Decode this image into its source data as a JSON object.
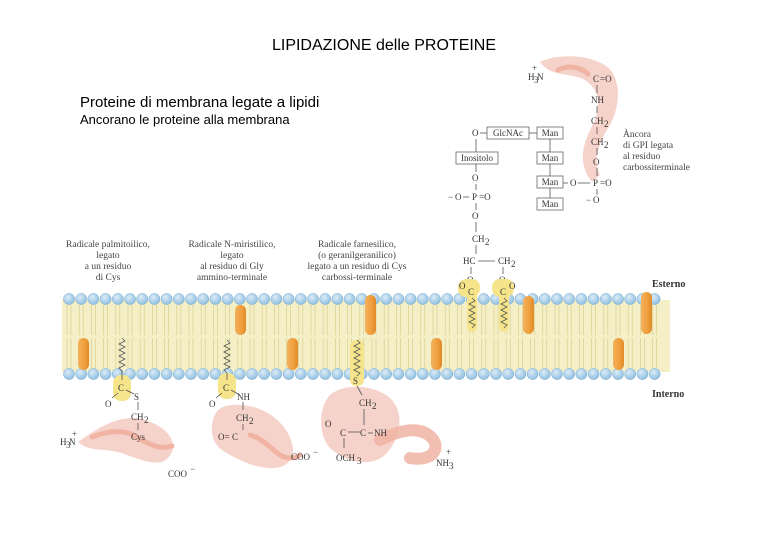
{
  "title": "LIPIDAZIONE delle PROTEINE",
  "subtitle": "Proteine di membrana legate a lipidi",
  "subtitle2": "Ancorano le proteine alla membrana",
  "side_labels": {
    "outside": "Esterno",
    "inside": "Interno"
  },
  "anchors": {
    "palmitoyl": [
      "Radicale palmitoilico,",
      "legato",
      "a un residuo",
      "di Cys"
    ],
    "myristoyl": [
      "Radicale N-miristilico,",
      "legato",
      "al residuo di Gly",
      "ammino-terminale"
    ],
    "farnesyl": [
      "Radicale farnesilico,",
      "(o geranilgeranilico)",
      "legato a un residuo di Cys",
      "carbossi-terminale"
    ],
    "gpi": [
      "Àncora",
      "di GPI legata",
      "al residuo",
      "carbossiterminale"
    ]
  },
  "glycan_boxes": {
    "glcnac": "GlcNAc",
    "inositol": "Inositolo",
    "man": "Man"
  },
  "chem": {
    "o": "O",
    "s": "S",
    "nh": "NH",
    "c": "C",
    "p": "P",
    "ch2": "CH",
    "hc": "HC",
    "cys": "Cys",
    "coo": "COO",
    "minus": "−",
    "h3n": "H",
    "och3": "OCH",
    "nh3": "NH",
    "plus": "+",
    "sub2": "2",
    "sub3": "3",
    "eq_o": "=O",
    "o_eq": "O="
  },
  "colors": {
    "head": "#a9cfe8",
    "tail": "#efe9b4",
    "protein": "#f4c9bf",
    "helix": "#f5e48a",
    "inner_protein": "#efa64a"
  }
}
